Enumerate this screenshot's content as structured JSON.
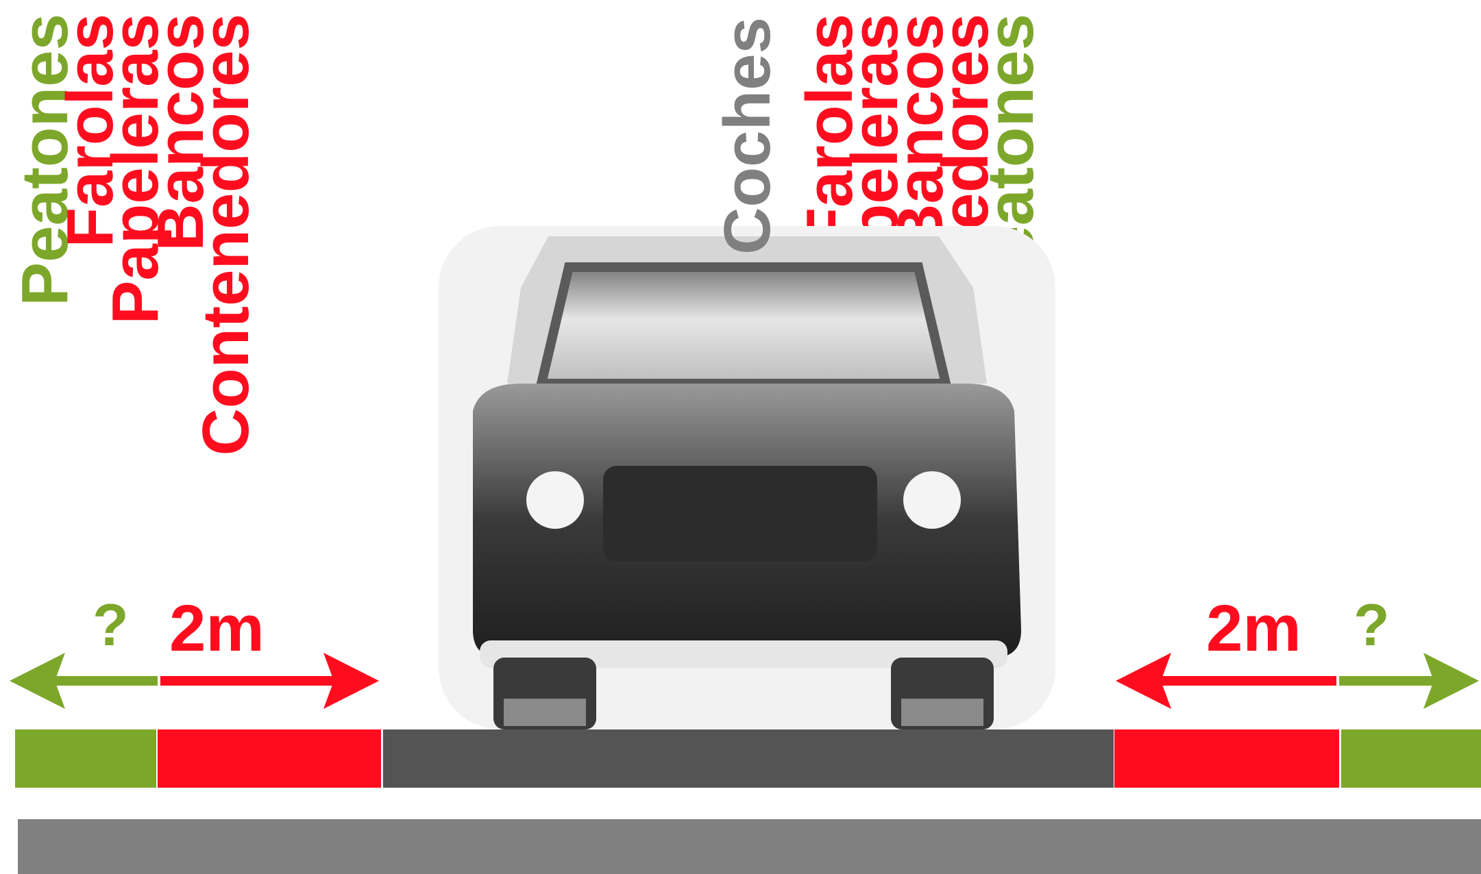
{
  "colors": {
    "pedestrian": "#7da72b",
    "furniture": "#ff0d1f",
    "car_label": "#808080",
    "roadway": "#545454",
    "ground": "#808080"
  },
  "left_labels": [
    "Peatones",
    "Farolas",
    "Papeleras",
    "Bancos",
    "Contenedores"
  ],
  "right_labels": [
    "Farolas",
    "Papeleras",
    "Bancos",
    "Contenedores",
    "Peatones"
  ],
  "car_label": "Coches",
  "widths": {
    "left_unknown": "?",
    "left_furniture": "2m",
    "right_furniture": "2m",
    "right_unknown": "?"
  },
  "icons": {
    "car": "car-front-icon",
    "double_arrow": "double-arrow-icon"
  }
}
